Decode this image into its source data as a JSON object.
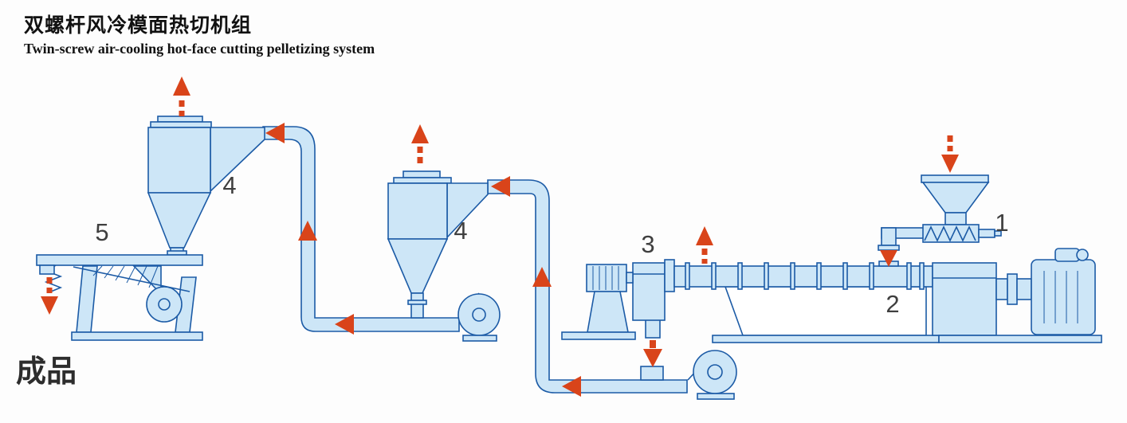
{
  "title": {
    "zh": "双螺杆风冷模面热切机组",
    "en": "Twin-screw air-cooling hot-face cutting pelletizing system"
  },
  "labels": {
    "feed_hopper": "1",
    "extruder": "2",
    "pelletizer": "3",
    "cyclone_left": "4",
    "cyclone_middle": "4",
    "vibrating_screen": "5",
    "product": "成品"
  },
  "colors": {
    "machine_fill": "#cde6f7",
    "machine_stroke": "#1c5ba6",
    "arrow": "#d9441a",
    "label": "#3f3f3f",
    "title": "#111111",
    "background": "#fdfdfd"
  }
}
